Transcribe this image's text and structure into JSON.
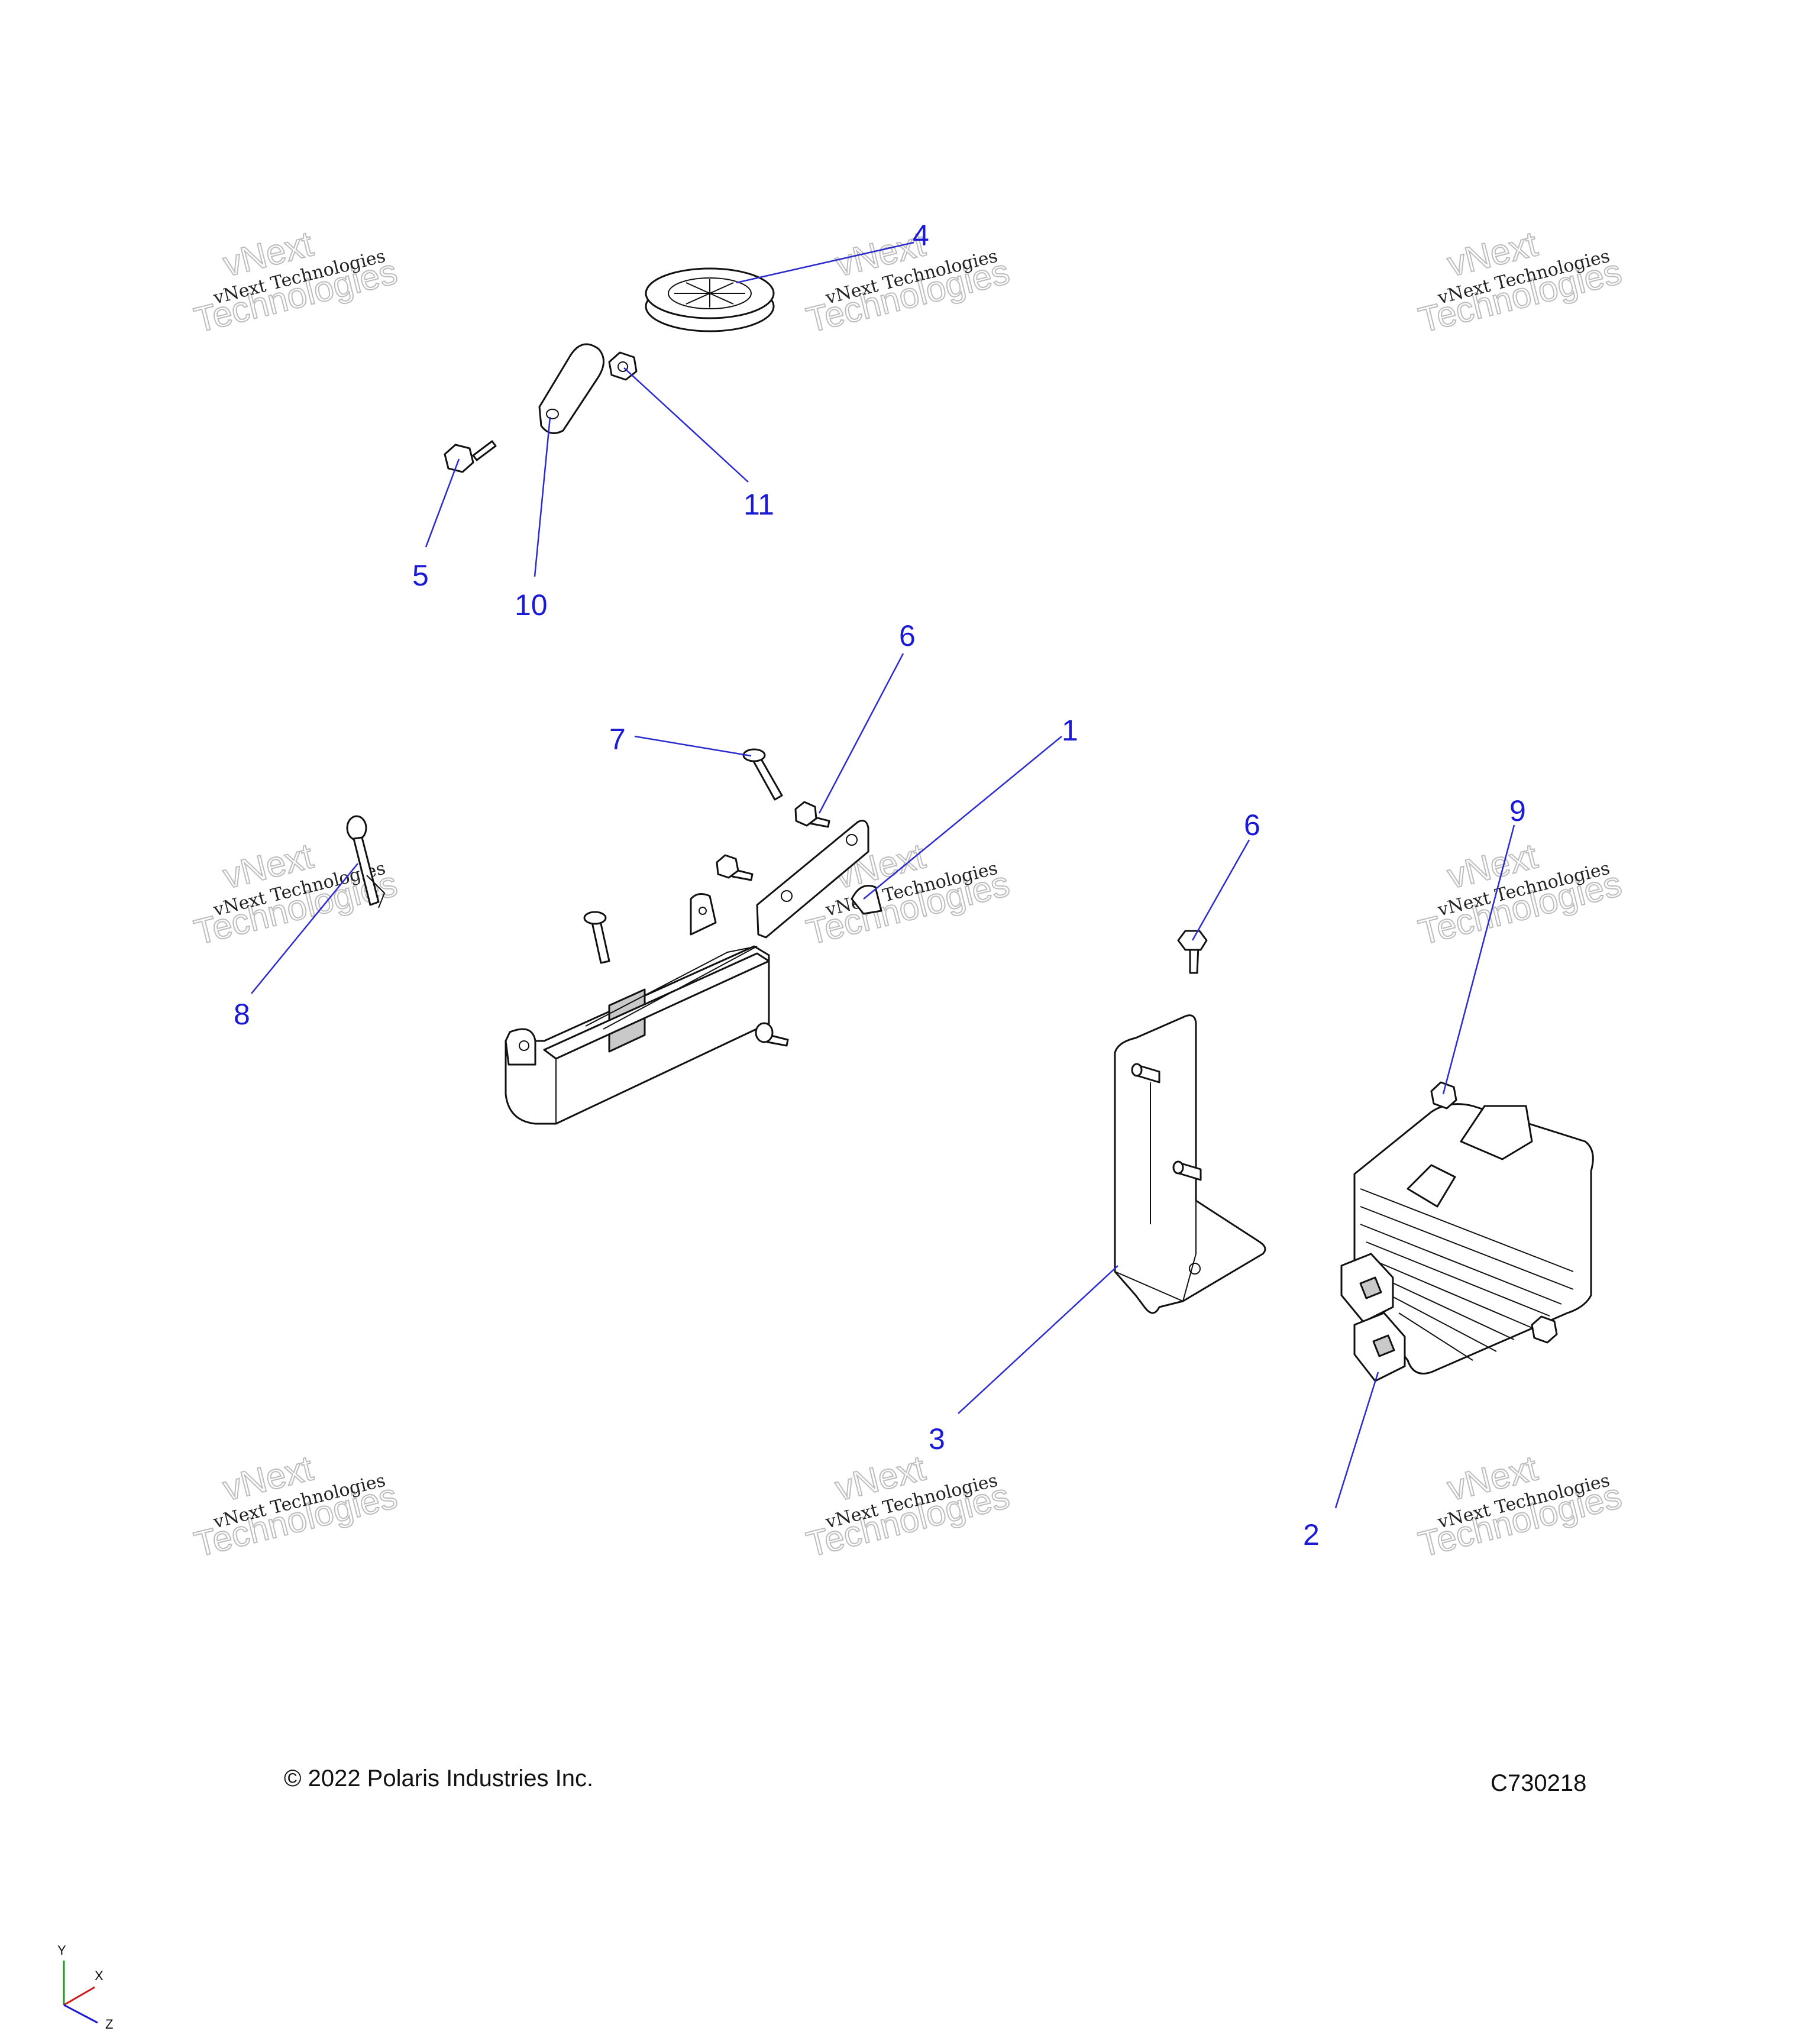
{
  "callouts": [
    "1",
    "2",
    "3",
    "4",
    "5",
    "6",
    "7",
    "8",
    "9",
    "10",
    "11"
  ],
  "watermark": {
    "line1": "vNext Technologies",
    "line2": "vNext",
    "line3": "Technologies"
  },
  "footer": {
    "copyright": "© 2022 Polaris Industries Inc.",
    "drawing_code": "C730218"
  },
  "axes": {
    "y": "Y",
    "x": "X",
    "z": "Z"
  },
  "colors": {
    "callout": "#1a1ad6",
    "leader": "#2a2ad0",
    "line": "#111111"
  }
}
